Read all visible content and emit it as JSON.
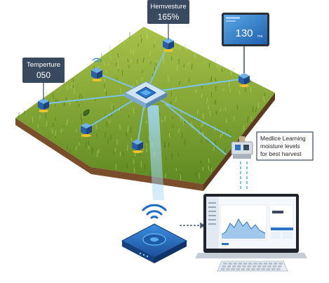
{
  "callouts": {
    "harvest": {
      "title": "Hemvesture",
      "value": "165%"
    },
    "temperature": {
      "title": "Temperture",
      "value": "050"
    },
    "display": {
      "value": "130",
      "unit": "ms"
    },
    "ml": {
      "line1": "Medlice Learning",
      "line2": "moisture levels",
      "line3": "for best harvest"
    }
  },
  "icons": [
    "wifi-icon",
    "sensor-node-icon",
    "hub-icon",
    "gateway-router-icon",
    "laptop-icon",
    "keyboard-icon",
    "robot-icon"
  ],
  "colors": {
    "grass_dark": "#3f6b1c",
    "grass_light": "#8fb53a",
    "soil": "#8a5a32",
    "accent_blue": "#2a74c8",
    "link_blue": "#7cc3e8",
    "label_bg": "#3a4a5e"
  }
}
